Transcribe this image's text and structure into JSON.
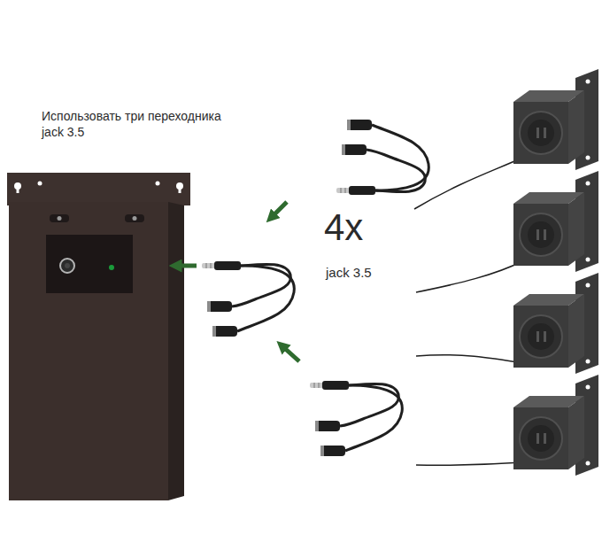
{
  "diagram": {
    "labels": [
      "Использовать три переходника jack 3.5",
      "4x",
      "jack 3.5"
    ]
  }
}
